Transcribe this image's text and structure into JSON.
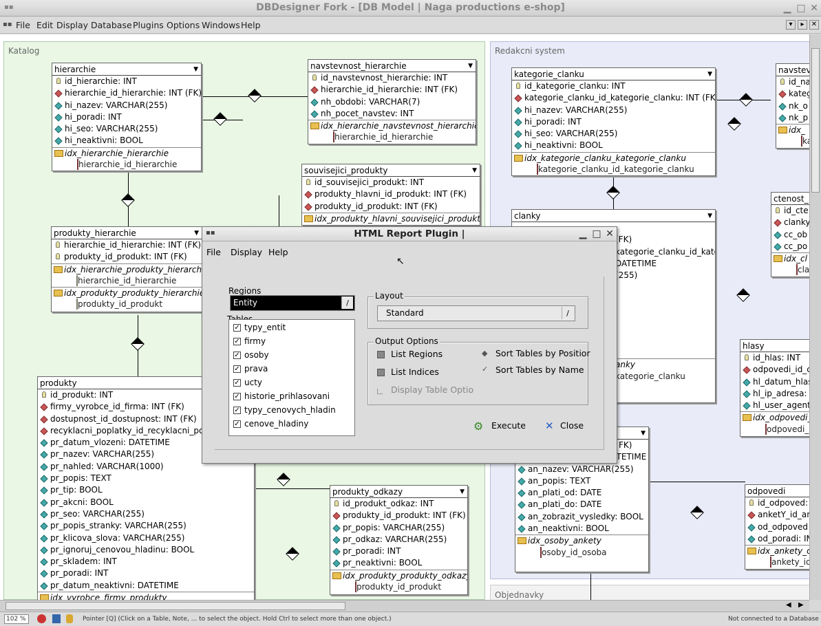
{
  "window": {
    "title": "DBDesigner Fork - [DB Model | Naga productions e-shop]"
  },
  "menu": [
    "File",
    "Edit",
    "Display",
    "Database",
    "Plugins",
    "Options",
    "Windows",
    "Help"
  ],
  "regions": {
    "katalog": "Katalog",
    "redakcni": "Redakcni system",
    "objednavky": "Objednavky"
  },
  "tables": {
    "hierarchie": {
      "name": "hierarchie",
      "cols": [
        "id_hierarchie: INT",
        "hierarchie_id_hierarchie: INT (FK)",
        "hi_nazev: VARCHAR(255)",
        "hi_poradi: INT",
        "hi_seo: VARCHAR(255)",
        "hi_neaktivni: BOOL"
      ],
      "idx": "idx_hierarchie_hierarchie",
      "idxcol": "hierarchie_id_hierarchie"
    },
    "navstevnost": {
      "name": "navstevnost_hierarchie",
      "cols": [
        "id_navstevnost_hierarchie: INT",
        "hierarchie_id_hierarchie: INT (FK)",
        "nh_obdobi: VARCHAR(7)",
        "nh_pocet_navstev: INT"
      ],
      "idx": "idx_hierarchie_navstevnost_hierarchie",
      "idxcol": "hierarchie_id_hierarchie"
    },
    "souvisejici": {
      "name": "souvisejici_produkty",
      "cols": [
        "id_souvisejici_produkt: INT",
        "produkty_hlavni_id_produkt: INT (FK)",
        "produkty_id_produkt: INT (FK)"
      ],
      "idx": "idx_produkty_hlavni_souvisejici_produkty"
    },
    "prodhier": {
      "name": "produkty_hierarchie",
      "cols": [
        "hierarchie_id_hierarchie: INT (FK)",
        "produkty_id_produkt: INT (FK)"
      ],
      "idx1": "idx_hierarchie_produkty_hierarchie",
      "idxcol1": "hierarchie_id_hierarchie",
      "idx2": "idx_produkty_produkty_hierarchie",
      "idxcol2": "produkty_id_produkt"
    },
    "produkty": {
      "name": "produkty",
      "cols": [
        "id_produkt: INT",
        "firmy_vyrobce_id_firma: INT (FK)",
        "dostupnost_id_dostupnost: INT (FK)",
        "recyklacni_poplatky_id_recyklacni_pop",
        "pr_datum_vlozeni: DATETIME",
        "pr_nazev: VARCHAR(255)",
        "pr_nahled: VARCHAR(1000)",
        "pr_popis: TEXT",
        "pr_tip: BOOL",
        "pr_akcni: BOOL",
        "pr_seo: VARCHAR(255)",
        "pr_popis_stranky: VARCHAR(255)",
        "pr_klicova_slova: VARCHAR(255)",
        "pr_ignoruj_cenovou_hladinu: BOOL",
        "pr_skladem: INT",
        "pr_poradi: INT",
        "pr_datum_neaktivni: DATETIME"
      ],
      "idx": "idx_vyrobce_firmy_produkty"
    },
    "odkazy": {
      "name": "produkty_odkazy",
      "cols": [
        "id_produkt_odkaz: INT",
        "produkty_id_produkt: INT (FK)",
        "pr_popis: VARCHAR(255)",
        "pr_odkaz: VARCHAR(255)",
        "pr_poradi: INT",
        "pr_neaktivni: BOOL"
      ],
      "idx": "idx_produkty_produkty_odkazy",
      "idxcol": "produkty_id_produkt"
    },
    "katclanku": {
      "name": "kategorie_clanku",
      "cols": [
        "id_kategorie_clanku: INT",
        "kategorie_clanku_id_kategorie_clanku: INT (FK)",
        "hi_nazev: VARCHAR(255)",
        "hi_poradi: INT",
        "hi_seo: VARCHAR(255)",
        "hi_neaktivni: BOOL"
      ],
      "idx": "idx_kategorie_clanku_kategorie_clanku",
      "idxcol": "kategorie_clanku_id_kategorie_clanku"
    },
    "clanky": {
      "name": "clanky",
      "cols": [
        "kategorie_clanku_id_kategorie_clanku: INT (FK)",
        "(FK)",
        "DATETIME",
        "(255)"
      ],
      "idx": "anky",
      "idxcol": "kategorie_clanku"
    },
    "ankety": {
      "cols": [
        "FK)",
        "an_datum_zapisu: DATETIME",
        "an_nazev: VARCHAR(255)",
        "an_popis: TEXT",
        "an_plati_od: DATE",
        "an_plati_do: DATE",
        "an_zobrazit_vysledky: BOOL",
        "an_neaktivni: BOOL"
      ],
      "idx": "idx_osoby_ankety",
      "idxcol": "osoby_id_osoba"
    },
    "navst2": {
      "name": "navstev",
      "cols": [
        "id_na",
        "kateg",
        "nk_o",
        "nk_p"
      ],
      "idx": "idx_",
      "idxcol": "ka"
    },
    "ctenost": {
      "name": "ctenost_",
      "cols": [
        "id_cte",
        "clanky",
        "cc_ob",
        "cc_po"
      ],
      "idx": "idx_cl",
      "idxcol": "cla"
    },
    "hlasy": {
      "name": "hlasy",
      "cols": [
        "id_hlas: INT",
        "odpovedi_id_c",
        "hl_datum_hlas",
        "hl_ip_adresa:",
        "hl_user_agent"
      ],
      "idx": "idx_odpovedi_",
      "idxcol": "odpovedi_i"
    },
    "odpovedi": {
      "name": "odpovedi",
      "cols": [
        "id_odpoved:",
        "anketY_id_an",
        "od_odpoved",
        "od_poradi: IN"
      ],
      "idx": "idx_ankety_o",
      "idxcol": "ankety_id"
    }
  },
  "dialog": {
    "title": "HTML Report Plugin |",
    "menu": [
      "File",
      "Display",
      "Help"
    ],
    "regions_label": "Regions",
    "regions_value": "Entity",
    "tables_label": "Tables",
    "tables": [
      "typy_entit",
      "firmy",
      "osoby",
      "prava",
      "ucty",
      "historie_prihlasovani",
      "typy_cenovych_hladin",
      "cenove_hladiny"
    ],
    "layout_label": "Layout",
    "layout_value": "Standard",
    "output_label": "Output Options",
    "list_regions": "List Regions",
    "list_indices": "List Indices",
    "display_table_opts": "Display Table Optio",
    "sort_position": "Sort Tables by Positior",
    "sort_name": "Sort Tables by Name",
    "execute": "Execute",
    "close": "Close"
  },
  "status": {
    "zoom": "102 %",
    "hint": "Pointer [Q] (Click on a Table, Note, ... to select the object. Hold Ctrl to select more than one object.)",
    "db": "Not connected to a Database"
  }
}
